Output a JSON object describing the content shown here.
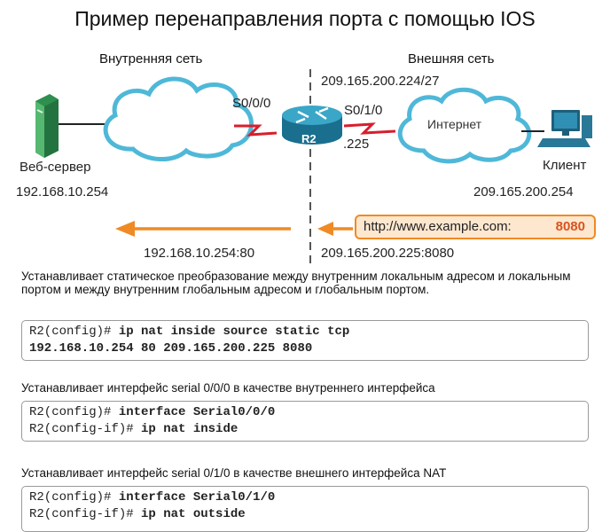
{
  "title": "Пример перенаправления порта с помощью IOS",
  "diagram": {
    "inside_label": "Внутренняя сеть",
    "outside_label": "Внешняя сеть",
    "web_server": {
      "name": "Веб-сервер",
      "ip": "192.168.10.254"
    },
    "router": {
      "name": "R2",
      "if_in": "S0/0/0",
      "if_out": "S0/1/0",
      "out_host": ".225",
      "network": "209.165.200.224/27"
    },
    "internet": "Интернет",
    "client": {
      "name": "Клиент",
      "ip": "209.165.200.254"
    },
    "url": {
      "text": "http://www.example.com:",
      "port": "8080"
    },
    "inside_socket": "192.168.10.254:80",
    "outside_socket": "209.165.200.225:8080",
    "colors": {
      "arrow": "#f08a24",
      "serial_link": "#d81e2c",
      "router": "#1f7fa0",
      "server": "#2e8f4e"
    }
  },
  "sections": [
    {
      "description": "Устанавливает статическое преобразование между внутренним локальным адресом и локальным портом и между внутренним глобальным адресом и глобальным портом.",
      "lines": [
        {
          "prompt": "R2(config)#",
          "command": "ip nat inside source static tcp"
        },
        {
          "prompt": "",
          "command": "192.168.10.254 80 209.165.200.225 8080"
        }
      ]
    },
    {
      "description": "Устанавливает интерфейс serial 0/0/0 в качестве внутреннего интерфейса",
      "lines": [
        {
          "prompt": "R2(config)#",
          "command": "interface Serial0/0/0"
        },
        {
          "prompt": "R2(config-if)#",
          "command": "ip nat inside"
        }
      ]
    },
    {
      "description": "Устанавливает интерфейс serial 0/1/0 в качестве внешнего интерфейса NAT",
      "lines": [
        {
          "prompt": "R2(config)#",
          "command": "interface Serial0/1/0"
        },
        {
          "prompt": "R2(config-if)#",
          "command": "ip nat outside"
        }
      ]
    }
  ]
}
